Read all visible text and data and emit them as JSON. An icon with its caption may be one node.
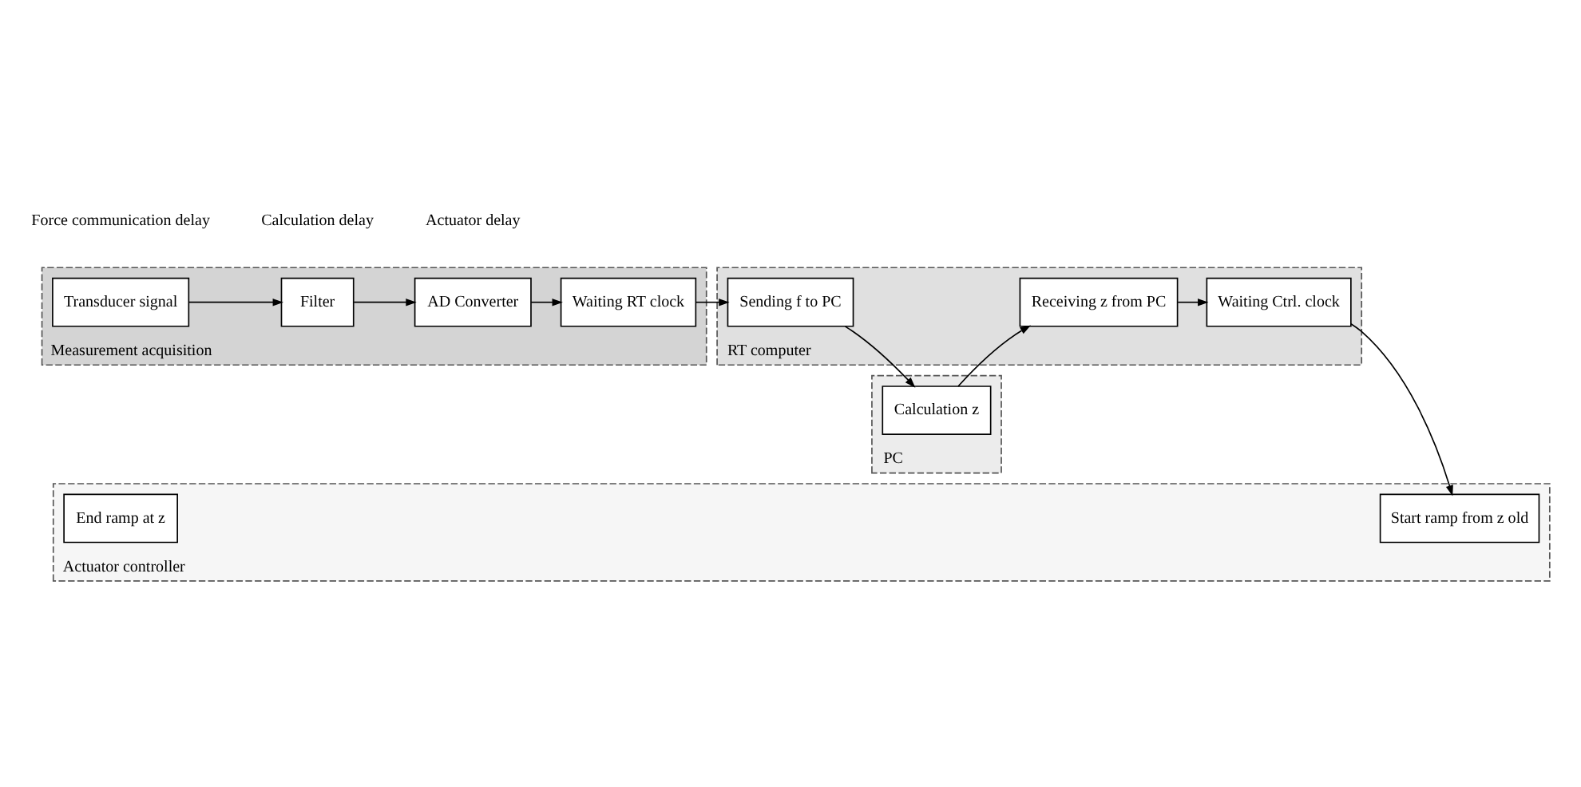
{
  "diagram": {
    "nodes": [
      {
        "text": [
          "Measurement acquisition"
        ]
      },
      {
        "text": [
          "Transducer signal"
        ],
        "in": 0
      },
      {
        "text": [
          "Filter"
        ],
        "in": 0
      },
      {
        "text": [
          "AD Converter"
        ],
        "in": 0
      },
      {
        "text": [
          "Waiting RT clock"
        ],
        "in": 0
      },
      {
        "text": [
          "RT computer"
        ]
      },
      {
        "text": [
          "Sending f to PC"
        ],
        "in": 5
      },
      {
        "text": [
          "Receiving z from PC"
        ],
        "in": 5
      },
      {
        "text": [
          "Waiting Ctrl. clock"
        ],
        "in": 5
      },
      {
        "text": [
          "PC"
        ]
      },
      {
        "text": [
          "Calculation z"
        ],
        "in": 9
      },
      {
        "text": [
          "Actuator controller"
        ]
      },
      {
        "text": [
          "Start ramp from z old"
        ],
        "in": 11
      },
      {
        "text": [
          "End ramp at z"
        ],
        "in": 11
      }
    ],
    "edges": [
      {
        "from": 1,
        "to": 2,
        "arrow": "to"
      },
      {
        "from": 2,
        "to": 3,
        "arrow": "to"
      },
      {
        "from": 3,
        "to": 4,
        "arrow": "to"
      },
      {
        "from": 4,
        "to": 6,
        "arrow": "to"
      },
      {
        "from": 6,
        "to": 10,
        "arrow": "to"
      },
      {
        "from": 10,
        "to": 7,
        "arrow": "to"
      },
      {
        "from": 7,
        "to": 8,
        "arrow": "to"
      },
      {
        "from": 8,
        "to": 12,
        "arrow": "to"
      }
    ],
    "labels": [
      "Force communication delay",
      "Calculation delay",
      "Actuator delay"
    ]
  }
}
